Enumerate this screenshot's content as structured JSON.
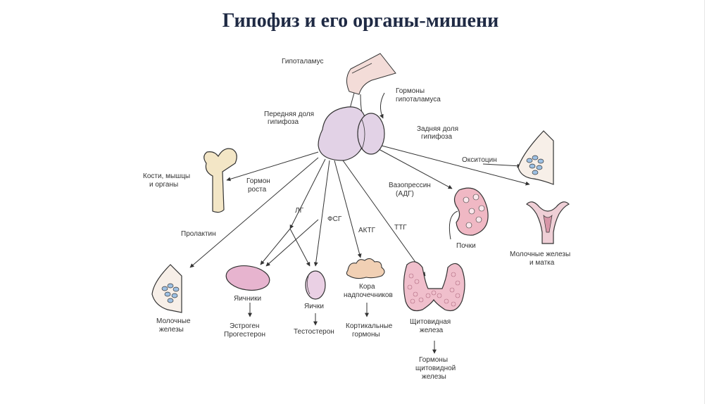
{
  "title": "Гипофиз и его органы-мишени",
  "labels": {
    "hypothalamus": "Гипоталамус",
    "hyp_hormones_1": "Гормоны",
    "hyp_hormones_2": "гипоталамуса",
    "anterior_1": "Передняя доля",
    "anterior_2": "гипифоза",
    "posterior_1": "Задняя доля",
    "posterior_2": "гипифоза",
    "oxytocin": "Окситоцин",
    "vasopressin_1": "Вазопрессин",
    "vasopressin_2": "(АДГ)",
    "growth_1": "Гормон",
    "growth_2": "роста",
    "bones_1": "Кости, мышцы",
    "bones_2": "и органы",
    "prolactin": "Пролактин",
    "lh": "ЛГ",
    "fsh": "ФСГ",
    "acth": "АКТГ",
    "tsh": "ТТГ",
    "kidneys": "Почки",
    "mammary_uterus_1": "Молочные железы",
    "mammary_uterus_2": "и матка",
    "ovaries": "Яичники",
    "testes": "Яички",
    "adrenal_1": "Кора",
    "adrenal_2": "надпочечников",
    "thyroid_1": "Щитовидная",
    "thyroid_2": "железа",
    "mammary_1": "Молочные",
    "mammary_2": "железы",
    "estrogen_1": "Эстроген",
    "estrogen_2": "Прогестерон",
    "testosterone": "Тестостерон",
    "cortical_1": "Кортикальные",
    "cortical_2": "гормоны",
    "thyroid_h_1": "Гормоны",
    "thyroid_h_2": "щитовидной",
    "thyroid_h_3": "железы"
  },
  "colors": {
    "title": "#1f2a44",
    "pituitary": "#e2d2e6",
    "hypothalamus": "#f3dcd8",
    "bone": "#f3e6c6",
    "kidney": "#f0b8c4",
    "ovary": "#e7b4cf",
    "adrenal": "#f1d0b4",
    "thyroid": "#f0bfcc",
    "gland": "#9ec1e4",
    "line": "#333333"
  },
  "icons": [
    "hypothalamus-icon",
    "pituitary-icon",
    "bone-icon",
    "breast-icon",
    "kidney-icon",
    "uterus-icon",
    "ovary-icon",
    "testis-icon",
    "adrenal-icon",
    "thyroid-icon"
  ]
}
